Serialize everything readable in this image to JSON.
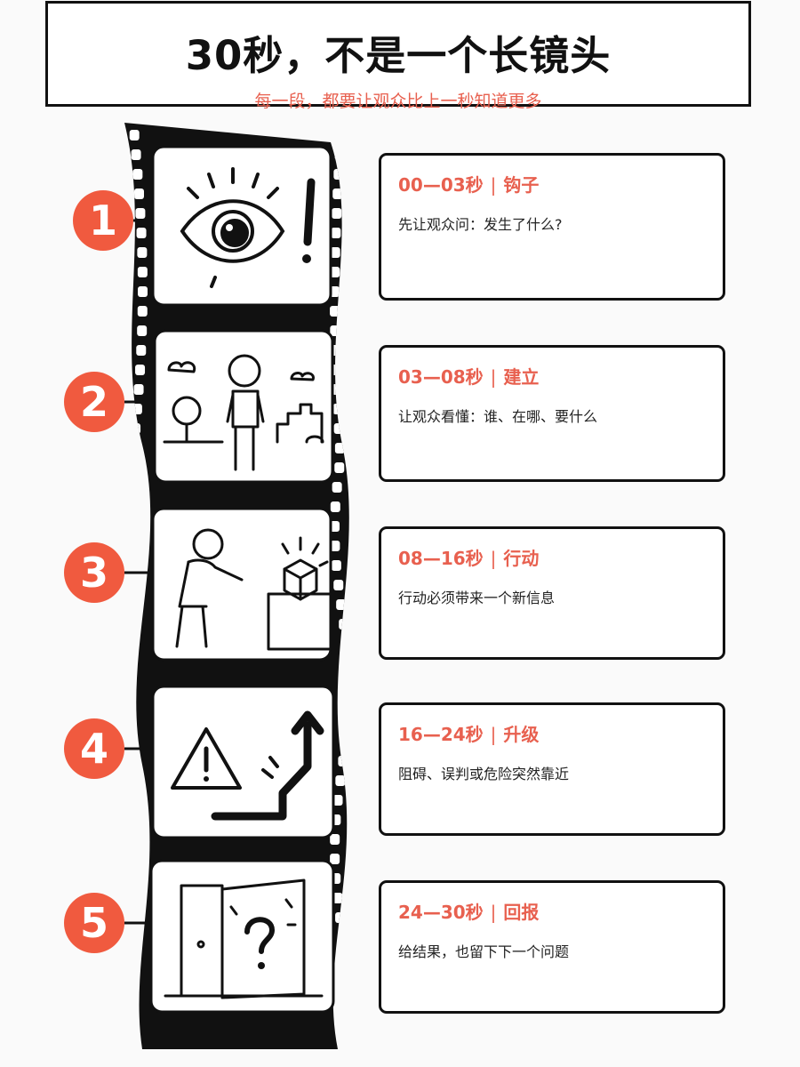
{
  "header": {
    "title": "30秒，不是一个长镜头",
    "subtitle": "每一段，都要让观众比上一秒知道更多"
  },
  "steps": [
    {
      "number": "1",
      "time": "00—03秒",
      "name": "钩子",
      "desc": "先让观众问：发生了什么?",
      "icon": "eye-exclamation-icon"
    },
    {
      "number": "2",
      "time": "03—08秒",
      "name": "建立",
      "desc": "让观众看懂：谁、在哪、要什么",
      "icon": "boy-scene-icon"
    },
    {
      "number": "3",
      "time": "08—16秒",
      "name": "行动",
      "desc": "行动必须带来一个新信息",
      "icon": "reaching-box-icon"
    },
    {
      "number": "4",
      "time": "16—24秒",
      "name": "升级",
      "desc": "阻碍、误判或危险突然靠近",
      "icon": "warning-arrow-icon"
    },
    {
      "number": "5",
      "time": "24—30秒",
      "name": "回报",
      "desc": "给结果，也留下下一个问题",
      "icon": "door-question-icon"
    }
  ],
  "separator": "|",
  "colors": {
    "accent": "#f05a3f",
    "accent_text": "#e8604f",
    "ink": "#111111"
  }
}
